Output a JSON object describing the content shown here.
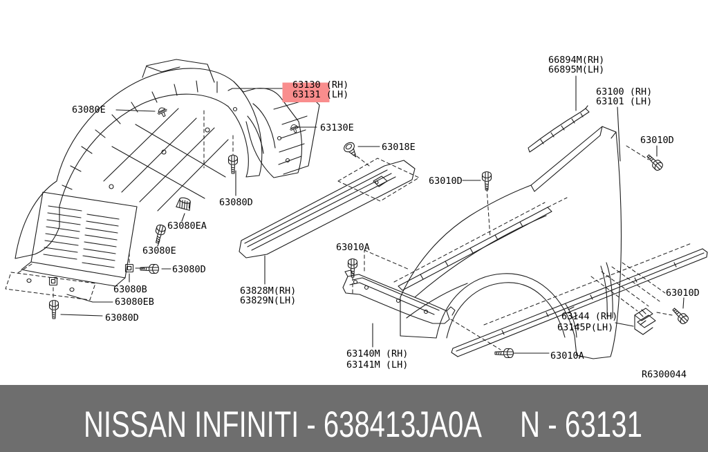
{
  "diagram": {
    "colors": {
      "highlight": "#f98d8d",
      "line": "#1a1a1a"
    },
    "labels": {
      "liner_clip_top": "63080E",
      "protector_rh": "63130 (RH)",
      "protector_lh": "63131 (LH)",
      "clip_63130e": "63130E",
      "clip_63018e": "63018E",
      "bolt_mid": "63080D",
      "cap_ea": "63080EA",
      "bolt_low": "63080E",
      "bolt_right": "63080D",
      "nut_b": "63080B",
      "clip_eb": "63080EB",
      "bolt_bottom": "63080D",
      "cover_rh": "63828M(RH)",
      "cover_lh": "63829N(LH)",
      "bolt_a_mid": "63010A",
      "stay_rh": "63140M (RH)",
      "stay_lh": "63141M (LH)",
      "bolt_d_mid": "63010D",
      "sealing_rh": "66894M(RH)",
      "sealing_lh": "66895M(LH)",
      "fender_rh": "63100 (RH)",
      "fender_lh": "63101 (LH)",
      "bolt_d_top": "63010D",
      "bolt_d_low": "63010D",
      "bracket_rh": "63144 (RH)",
      "bracket_lh": "63145P(LH)",
      "bolt_a_low": "63010A",
      "ref_code": "R6300044"
    }
  },
  "footer": {
    "brand_line": "NISSAN  INFINITI - 638413JA0A",
    "part_ref": "N - 63131",
    "bar_color": "#6e6e6e",
    "text_color": "#ffffff"
  }
}
